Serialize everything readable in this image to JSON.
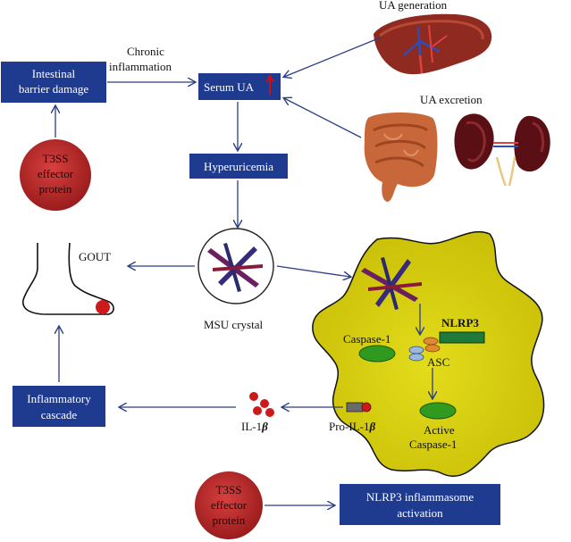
{
  "labels": {
    "ua_generation": "UA generation",
    "ua_excretion": "UA excretion",
    "chronic_line1": "Chronic",
    "chronic_line2": "inflammation",
    "gout": "GOUT",
    "msu_crystal": "MSU crystal",
    "caspase1": "Caspase-1",
    "nlrp3": "NLRP3",
    "asc": "ASC",
    "active_line1": "Active",
    "active_line2": "Caspase-1",
    "pro_il1b_prefix": "Pro-IL-1",
    "il1b_prefix": "IL-1",
    "beta": "β"
  },
  "boxes": {
    "intestinal_line1": "Intestinal",
    "intestinal_line2": "barrier damage",
    "serum_ua": "Serum UA",
    "hyperuricemia": "Hyperuricemia",
    "inflammatory_line1": "Inflammatory",
    "inflammatory_line2": "cascade",
    "nlrp3_line1": "NLRP3 inflammasome",
    "nlrp3_line2": "activation"
  },
  "circles": {
    "t3ss_top": [
      "T3SS",
      "effector",
      "protein"
    ],
    "t3ss_bottom": [
      "T3SS",
      "effector",
      "protein"
    ]
  },
  "colors": {
    "box_fill": "#1f3b8f",
    "arrow": "#2b3f86",
    "cell_fill": "#d9cf10",
    "effector_fill": "#b32626",
    "nlrp3_fill": "#1f7a3a",
    "caspase_fill": "#2f9a1f",
    "up_arrow": "#d01010"
  }
}
